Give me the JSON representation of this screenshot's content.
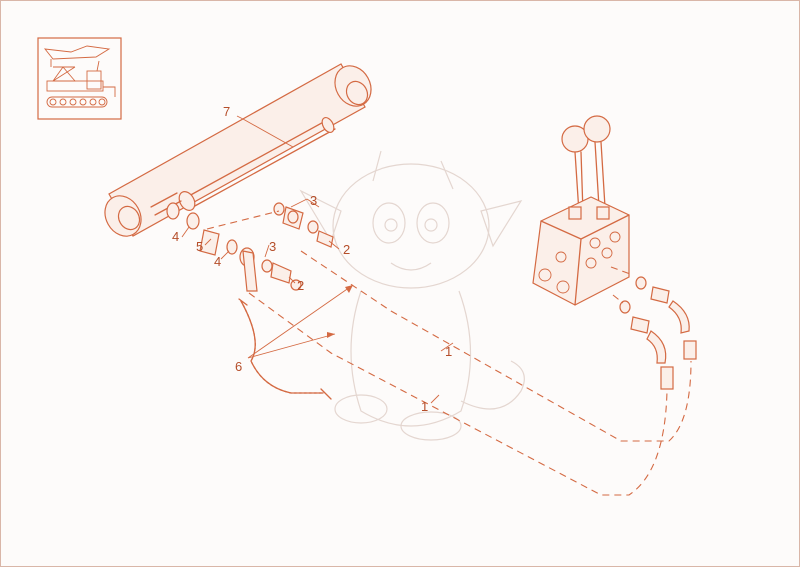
{
  "colors": {
    "line": "#d46a43",
    "label": "#b54e2a",
    "watermark": "#e4d6d0",
    "border": "#d9b6a8"
  },
  "callouts": {
    "c7": "7",
    "c4a": "4",
    "c5": "5",
    "c4b": "4",
    "c3a": "3",
    "c2a": "2",
    "c3b": "3",
    "c2b": "2",
    "c6": "6",
    "c1a": "1",
    "c1b": "1"
  },
  "thumbnail_icon": "machine-thumbnail-icon",
  "watermark_icon": "dragon-watermark-icon"
}
